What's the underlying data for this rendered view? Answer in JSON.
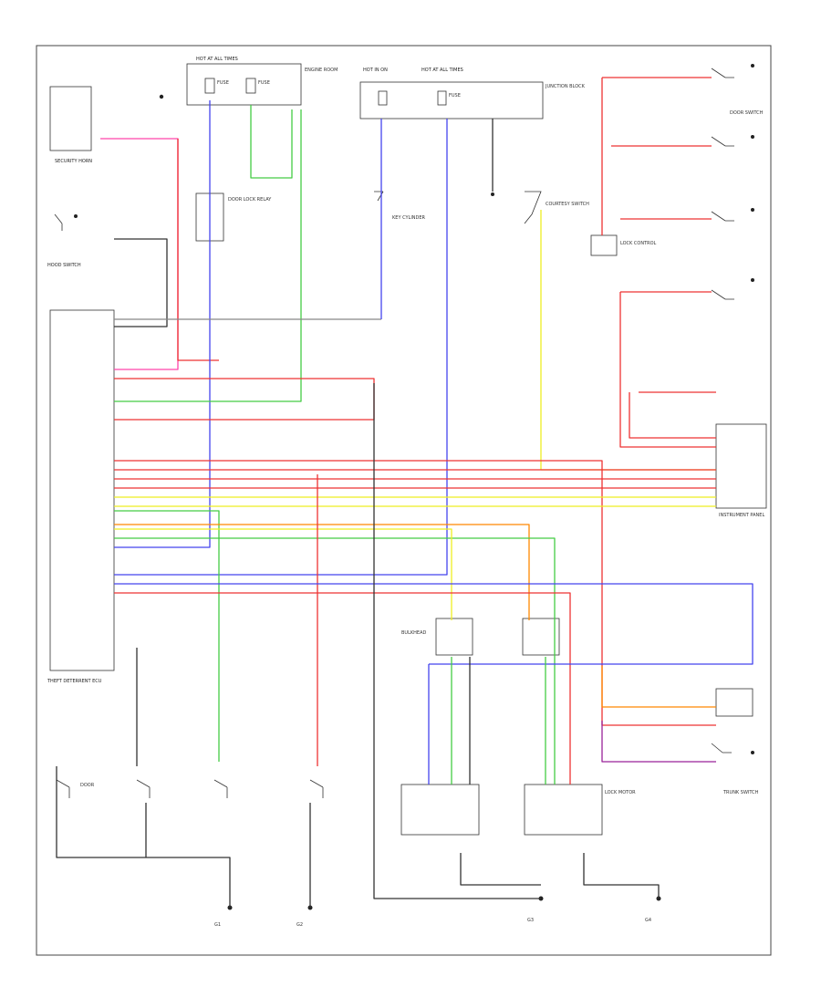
{
  "diagram": {
    "colors": {
      "red": "#ee3333",
      "pink": "#ff44aa",
      "blue": "#4444ee",
      "green": "#44cc44",
      "yellow": "#eeee22",
      "orange": "#ff8800",
      "purple": "#992299",
      "black": "#333333",
      "gray": "#888888",
      "wire_black_label": "BLK",
      "wire_gray_label": "GRY"
    },
    "labels": {
      "top_power": "HOT AT ALL TIMES",
      "hot_run": "HOT IN ON",
      "hot_acc": "HOT AT ALL TIMES",
      "fuse_a": "FUSE",
      "fuse_b": "FUSE",
      "fuse_c": "FUSE",
      "eng_room": "ENGINE ROOM",
      "junction": "JUNCTION BLOCK",
      "security_horn": "SECURITY HORN",
      "lock_control": "LOCK CONTROL",
      "instrument_panel": "INSTRUMENT PANEL",
      "door_lock_relay": "DOOR LOCK RELAY",
      "theft_ecu": "THEFT DETERRENT ECU",
      "bulkhead": "BULKHEAD",
      "hood_switch": "HOOD SWITCH",
      "door_switch": "DOOR SWITCH",
      "trunk_switch": "TRUNK SWITCH",
      "courtesy": "COURTESY SWITCH",
      "key_cyl": "KEY CYLINDER",
      "lock_motor": "LOCK MOTOR",
      "gnd_a": "G1",
      "gnd_b": "G2",
      "gnd_c": "G3",
      "gnd_d": "G4",
      "bottom_left": "DOOR"
    }
  }
}
